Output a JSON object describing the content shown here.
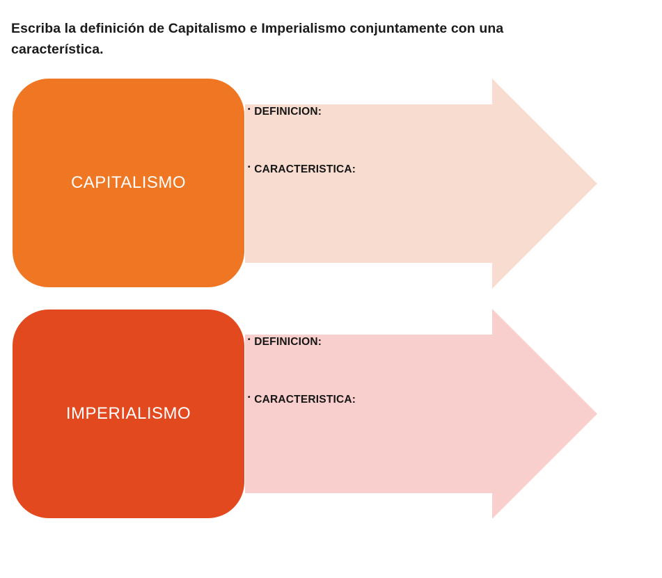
{
  "header": {
    "instruction": "Escriba la definición de Capitalismo e Imperialismo conjuntamente con una característica."
  },
  "diagram": {
    "bullet_char": "•",
    "rows": [
      {
        "title": "CAPITALISMO",
        "box_color": "#EF7622",
        "arrow_color": "#F8DCD0",
        "items": [
          {
            "label": "DEFINICION:"
          },
          {
            "label": "CARACTERISTICA:"
          }
        ]
      },
      {
        "title": "IMPERIALISMO",
        "box_color": "#E3491F",
        "arrow_color": "#F8CFCC",
        "items": [
          {
            "label": "DEFINICION:"
          },
          {
            "label": "CARACTERISTICA:"
          }
        ]
      }
    ]
  }
}
